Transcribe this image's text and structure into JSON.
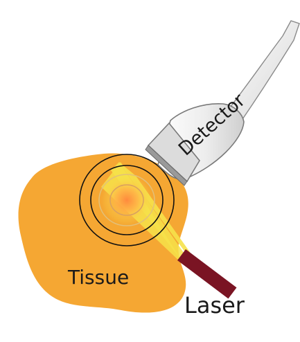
{
  "labels": {
    "detector": "Detector",
    "tissue": "Tissue",
    "laser": "Laser"
  },
  "colors": {
    "tissue": "#F5A733",
    "beam": "#F6E24A",
    "focus": "#FF9A3C",
    "laser": "#7A1423",
    "detector_body": "#E9E9E9",
    "detector_outline": "#7A7A7A",
    "rings": "#111111",
    "rings_inner": "#D9A060",
    "text": "#1A1A1A"
  }
}
